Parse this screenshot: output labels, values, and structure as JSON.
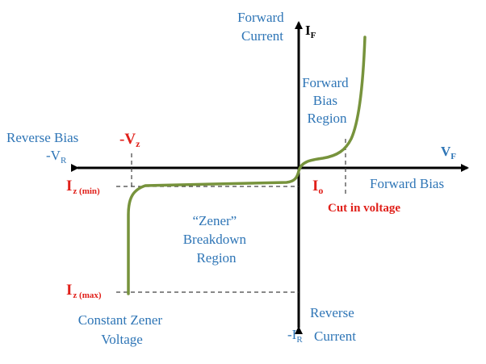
{
  "colors": {
    "axis": "#000000",
    "curve": "#77933C",
    "blue_text": "#2E75B6",
    "red_text": "#E0201A",
    "dashed": "#404040"
  },
  "labels": {
    "forward_current": [
      "Forward",
      "Current"
    ],
    "i_f": {
      "base": "I",
      "sub": "F"
    },
    "forward_bias_region": [
      "Forward",
      "Bias",
      "Region"
    ],
    "reverse_bias": "Reverse Bias",
    "neg_v_r": {
      "base": "-V",
      "sub": "R"
    },
    "neg_v_z": {
      "base": "-V",
      "sub": "z"
    },
    "v_f": {
      "base": "V",
      "sub": "F"
    },
    "forward_bias": "Forward Bias",
    "i_z_min": {
      "base": "I",
      "sub": "z (min)"
    },
    "i_o": {
      "base": "I",
      "sub": "o"
    },
    "cut_in_voltage": "Cut in voltage",
    "zener_breakdown_region": [
      "“Zener”",
      "Breakdown",
      "Region"
    ],
    "i_z_max": {
      "base": "I",
      "sub": "z (max)"
    },
    "reverse_current": [
      "Reverse",
      "Current"
    ],
    "neg_i_r": {
      "base": "-I",
      "sub": "R"
    },
    "constant_zener_voltage": [
      "Constant Zener",
      "Voltage"
    ]
  }
}
